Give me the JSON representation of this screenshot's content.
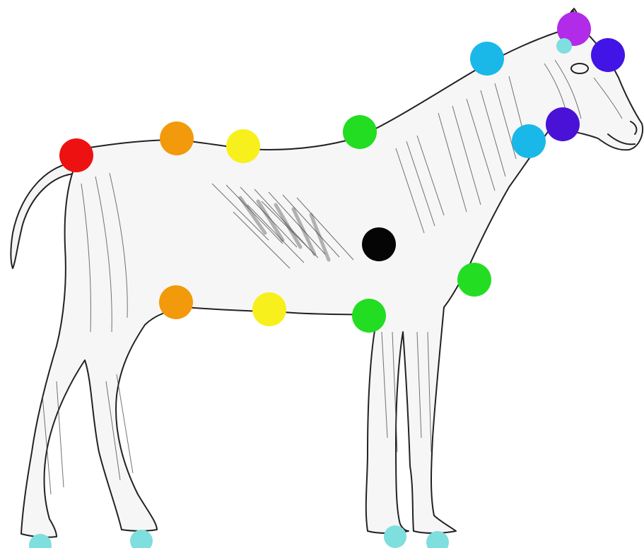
{
  "figure": {
    "subject": "horse-muscle-anatomy-illustration",
    "background_color": "#ffffff",
    "line_color": "#222222"
  },
  "markers": [
    {
      "id": "dot-red-croup",
      "color": "#ee1111"
    },
    {
      "id": "dot-orange-back",
      "color": "#f29a0c"
    },
    {
      "id": "dot-yellow-back",
      "color": "#f7f01c"
    },
    {
      "id": "dot-green-withers",
      "color": "#22dd22"
    },
    {
      "id": "dot-blue-poll-neck",
      "color": "#1ab8e8"
    },
    {
      "id": "dot-violet-poll",
      "color": "#b22be8"
    },
    {
      "id": "dot-aqua-forehead",
      "color": "#7fdede"
    },
    {
      "id": "dot-indigo-face",
      "color": "#4214e6"
    },
    {
      "id": "dot-indigo-jaw",
      "color": "#4a12d6"
    },
    {
      "id": "dot-blue-throat",
      "color": "#1ab8e8"
    },
    {
      "id": "dot-black-heart",
      "color": "#050505"
    },
    {
      "id": "dot-green-chest",
      "color": "#22dd22"
    },
    {
      "id": "dot-green-girth",
      "color": "#22dd22"
    },
    {
      "id": "dot-yellow-belly",
      "color": "#f7f01c"
    },
    {
      "id": "dot-orange-flank",
      "color": "#f29a0c"
    },
    {
      "id": "dot-aqua-hind-hoof-left",
      "color": "#7fdede"
    },
    {
      "id": "dot-aqua-hind-hoof-right",
      "color": "#7fdede"
    },
    {
      "id": "dot-aqua-fore-hoof-left",
      "color": "#7fdede"
    },
    {
      "id": "dot-aqua-fore-hoof-right",
      "color": "#7fdede"
    }
  ]
}
